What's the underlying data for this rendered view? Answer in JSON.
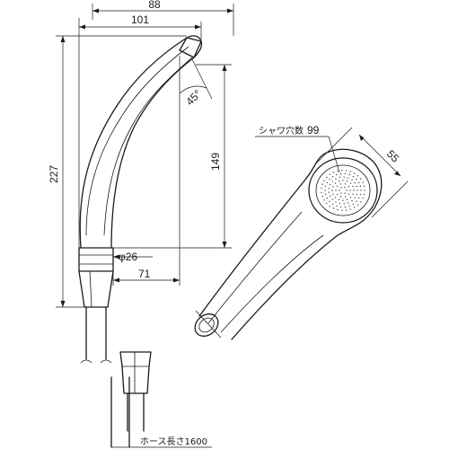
{
  "dimensions": {
    "width_88": "88",
    "width_101": "101",
    "angle": "45°",
    "height_149": "149",
    "height_227": "227",
    "diameter": "φ26",
    "length_71": "71",
    "head_55": "55"
  },
  "labels": {
    "shower_holes_label": "シャワ穴数",
    "shower_holes_count": "99",
    "hose_length": "ホース長さ1600"
  }
}
